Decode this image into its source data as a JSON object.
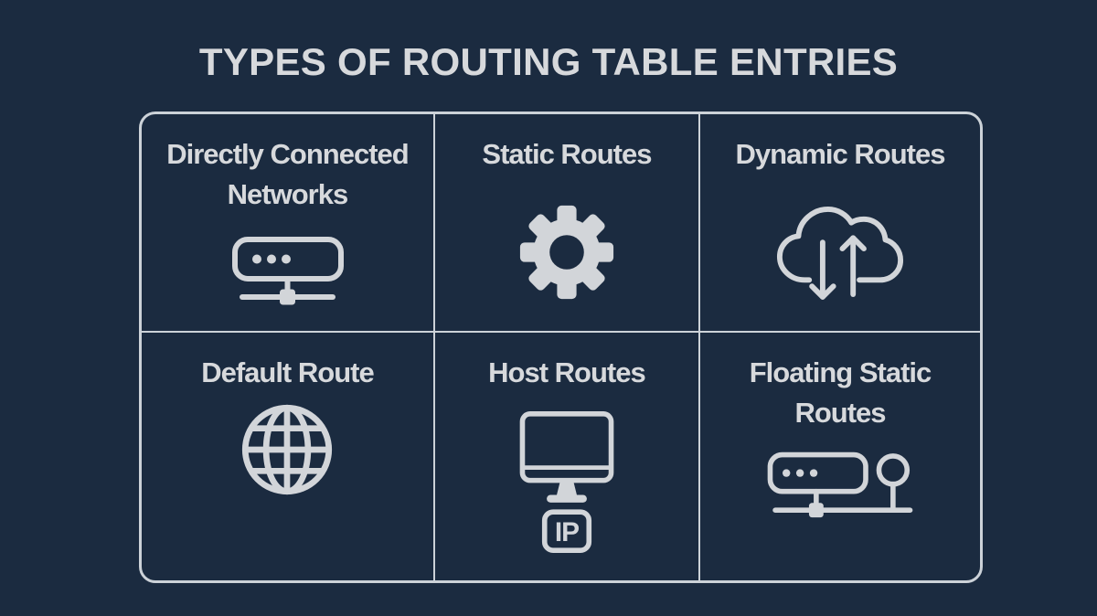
{
  "page": {
    "title": "TYPES OF ROUTING TABLE ENTRIES"
  },
  "colors": {
    "bg": "#1b2b40",
    "line": "#ccd2d8",
    "text": "#d7d9dc",
    "icon": "#d2d5d9"
  },
  "grid": {
    "rows": 2,
    "columns": 3,
    "cells": [
      {
        "label": "Directly Connected Networks",
        "icon": "router-network-icon"
      },
      {
        "label": "Static Routes",
        "icon": "gear-icon"
      },
      {
        "label": "Dynamic Routes",
        "icon": "cloud-up-down-arrows-icon"
      },
      {
        "label": "Default Route",
        "icon": "globe-icon"
      },
      {
        "label": "Host Routes",
        "icon": "monitor-ip-icon",
        "badge_text": "IP"
      },
      {
        "label": "Floating Static Routes",
        "icon": "router-balloon-icon"
      }
    ]
  }
}
